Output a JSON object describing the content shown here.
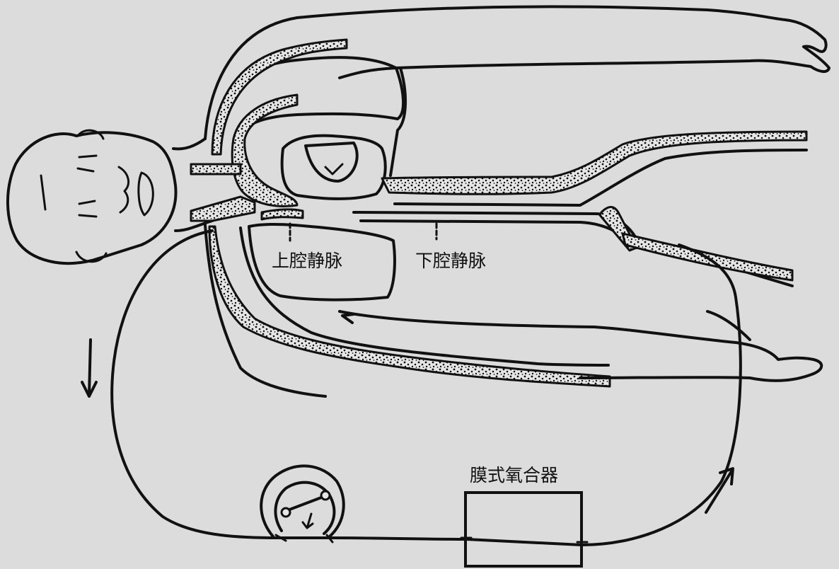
{
  "labels": {
    "svc": "上腔静脉",
    "ivc": "下腔静脉",
    "oxygenator": "膜式氧合器"
  },
  "colors": {
    "background": "#dcdcdc",
    "ink": "#111111"
  }
}
